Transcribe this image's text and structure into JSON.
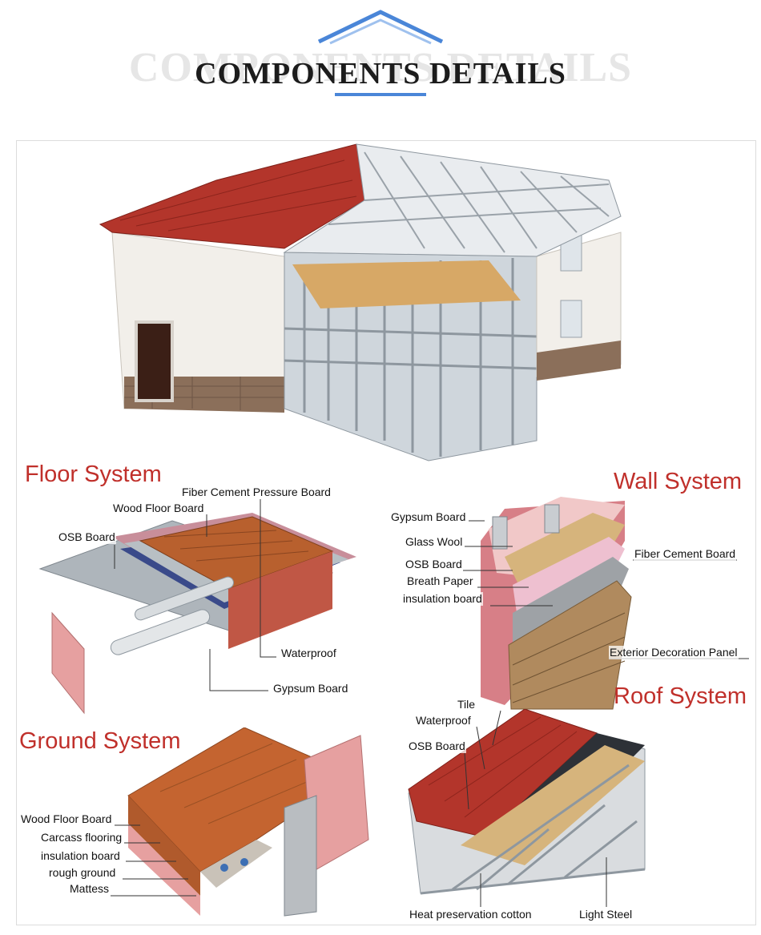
{
  "header": {
    "ghost_text": "COMPONENTS DETAILS",
    "title": "COMPONENTS DETAILS",
    "accent_color": "#4a86d8"
  },
  "sections": {
    "floor": {
      "title": "Floor System",
      "labels": [
        "Fiber Cement Pressure Board",
        "Wood Floor Board",
        "OSB Board",
        "Waterproof",
        "Gypsum Board"
      ]
    },
    "wall": {
      "title": "Wall System",
      "labels": [
        "Gypsum Board",
        "Glass Wool",
        "OSB Board",
        "Breath Paper",
        "insulation board",
        "Fiber Cement Board",
        "Exterior Decoration Panel"
      ]
    },
    "ground": {
      "title": "Ground System",
      "labels": [
        "Wood Floor Board",
        "Carcass flooring",
        "insulation board",
        "rough ground",
        "Mattess"
      ]
    },
    "roof": {
      "title": "Roof System",
      "labels": [
        "Tile",
        "Waterproof",
        "OSB Board",
        "Heat preservation cotton",
        "Light Steel"
      ]
    }
  },
  "colors": {
    "section_title": "#c0302b",
    "tile_red": "#b3352b",
    "wood": "#b8602e",
    "insulation_pink": "#e6a0a0",
    "steel": "#a9b0b6",
    "waterproof_blue": "#3a4a8a"
  }
}
